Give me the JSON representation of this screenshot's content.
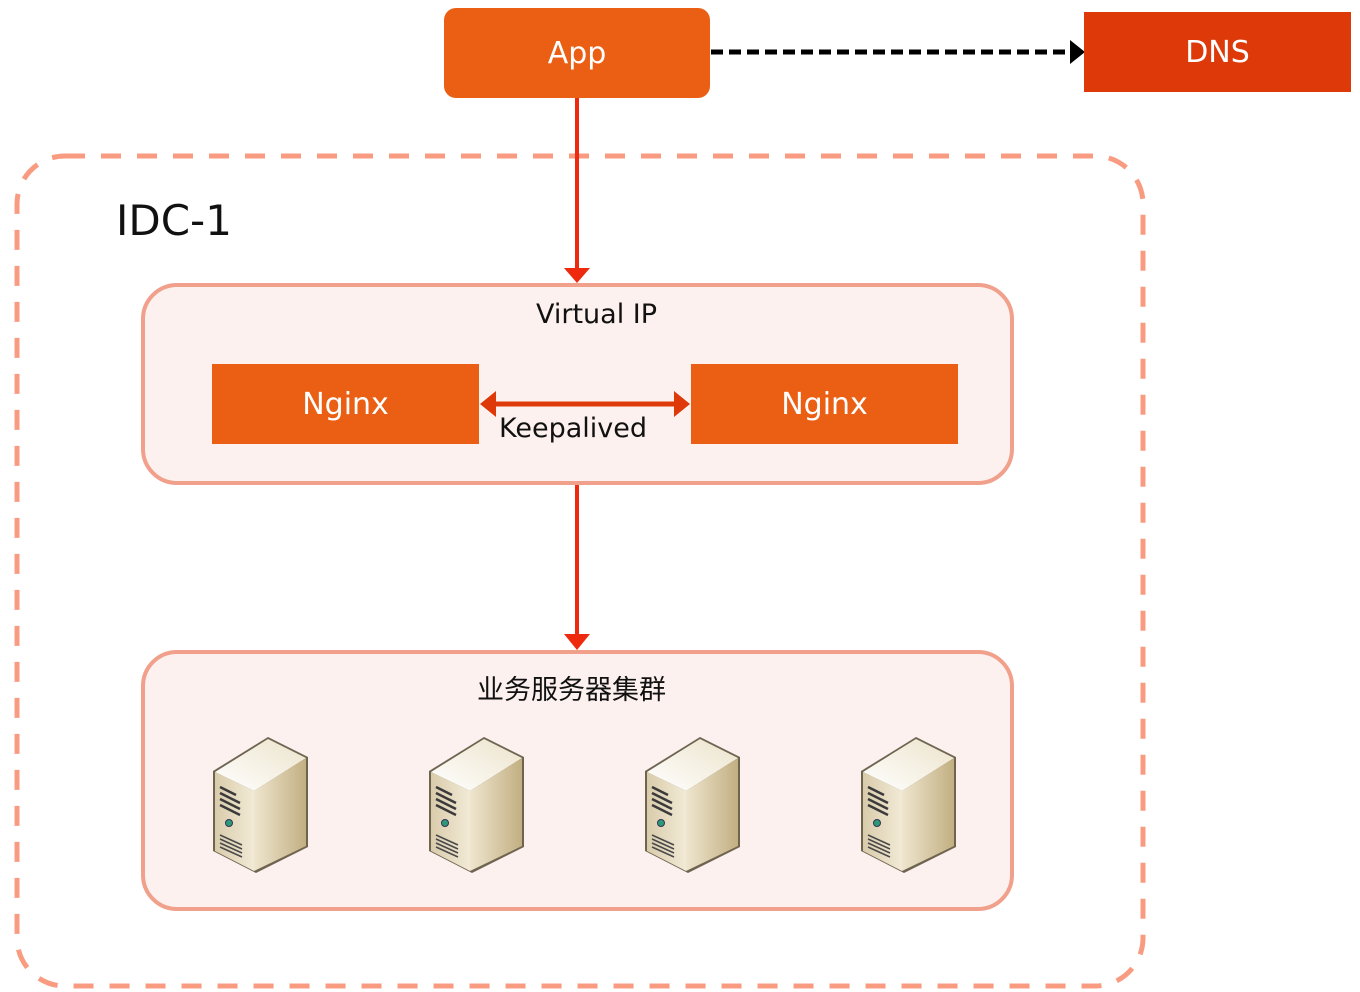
{
  "diagram": {
    "nodes": {
      "app": {
        "label": "App"
      },
      "dns": {
        "label": "DNS"
      },
      "idc": {
        "label": "IDC-1"
      },
      "virtual_ip": {
        "label": "Virtual IP"
      },
      "nginx_primary": {
        "label": "Nginx"
      },
      "nginx_secondary": {
        "label": "Nginx"
      },
      "keepalived": {
        "label": "Keepalived"
      },
      "server_cluster": {
        "label": "业务服务器集群",
        "server_count": 4
      }
    },
    "edges": [
      {
        "from": "App",
        "to": "DNS",
        "style": "dashed",
        "color": "#000000"
      },
      {
        "from": "App",
        "to": "Virtual IP",
        "style": "solid",
        "color": "#ee2a0e"
      },
      {
        "from": "Nginx",
        "to": "Nginx",
        "label": "Keepalived",
        "style": "solid-bidirectional",
        "color": "#de3a09"
      },
      {
        "from": "Virtual IP",
        "to": "业务服务器集群",
        "style": "solid",
        "color": "#ee2a0e"
      }
    ],
    "colors": {
      "app": "#ea5f13",
      "dns": "#de3a09",
      "nginx": "#ea5f13",
      "panel_fill": "#fcf1ef",
      "panel_border": "#f1a08b",
      "idc_border": "#f99b80",
      "arrow_red": "#ee2a0e"
    }
  }
}
